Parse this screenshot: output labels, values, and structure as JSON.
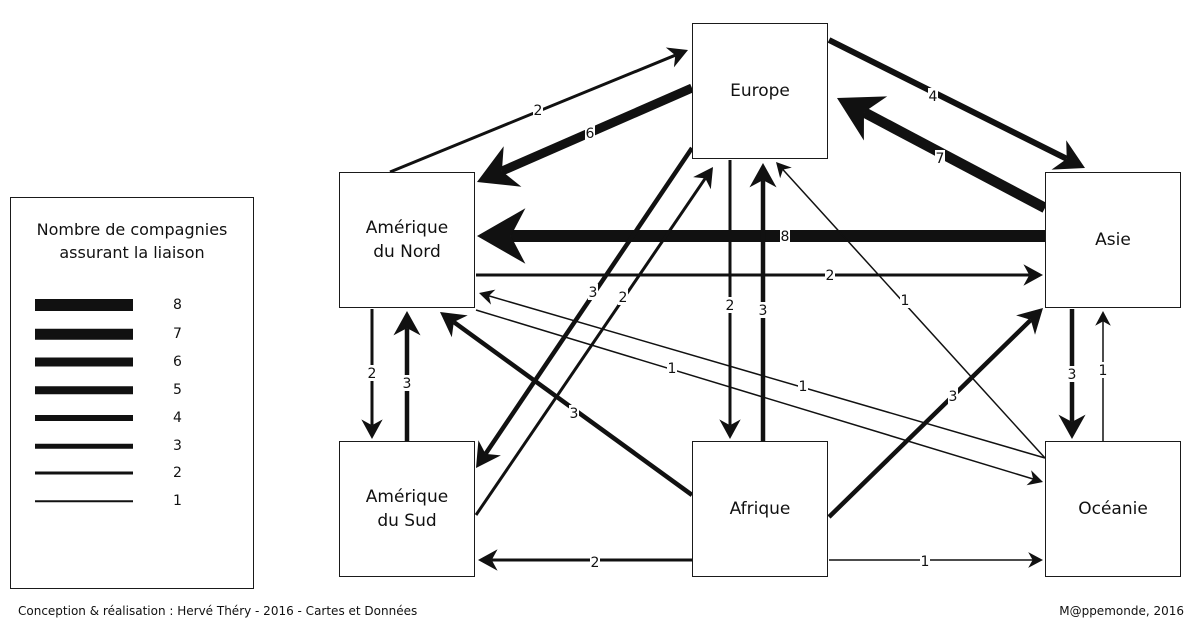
{
  "nodes": {
    "europe": "Europe",
    "amerique_nord": "Amérique du Nord",
    "asie": "Asie",
    "amerique_sud": "Amérique du Sud",
    "afrique": "Afrique",
    "oceanie": "Océanie"
  },
  "links": [
    {
      "from": "amerique_nord",
      "to": "europe",
      "value": 2
    },
    {
      "from": "europe",
      "to": "amerique_nord",
      "value": 6
    },
    {
      "from": "europe",
      "to": "asie",
      "value": 4
    },
    {
      "from": "asie",
      "to": "europe",
      "value": 7
    },
    {
      "from": "asie",
      "to": "amerique_nord",
      "value": 8
    },
    {
      "from": "amerique_nord",
      "to": "asie",
      "value": 2
    },
    {
      "from": "europe",
      "to": "amerique_sud",
      "value": 3
    },
    {
      "from": "amerique_sud",
      "to": "europe",
      "value": 2
    },
    {
      "from": "europe",
      "to": "afrique",
      "value": 2
    },
    {
      "from": "afrique",
      "to": "europe",
      "value": 3
    },
    {
      "from": "oceanie",
      "to": "europe",
      "value": 1
    },
    {
      "from": "amerique_nord",
      "to": "oceanie",
      "value": 1
    },
    {
      "from": "oceanie",
      "to": "amerique_nord",
      "value": 1
    },
    {
      "from": "amerique_nord",
      "to": "amerique_sud",
      "value": 2
    },
    {
      "from": "amerique_sud",
      "to": "amerique_nord",
      "value": 3
    },
    {
      "from": "afrique",
      "to": "amerique_nord",
      "value": 3
    },
    {
      "from": "afrique",
      "to": "asie",
      "value": 3
    },
    {
      "from": "afrique",
      "to": "amerique_sud",
      "value": 2
    },
    {
      "from": "afrique",
      "to": "oceanie",
      "value": 1
    },
    {
      "from": "asie",
      "to": "oceanie",
      "value": 3
    },
    {
      "from": "oceanie",
      "to": "asie",
      "value": 1
    }
  ],
  "legend": {
    "title": "Nombre de compagnies assurant la liaison",
    "values": [
      "8",
      "7",
      "6",
      "5",
      "4",
      "3",
      "2",
      "1"
    ]
  },
  "credits": {
    "left": "Conception & réalisation : Hervé Théry - 2016 - Cartes et Données",
    "right": "M@ppemonde, 2016"
  },
  "colors": {
    "ink": "#111111",
    "background": "#ffffff"
  }
}
